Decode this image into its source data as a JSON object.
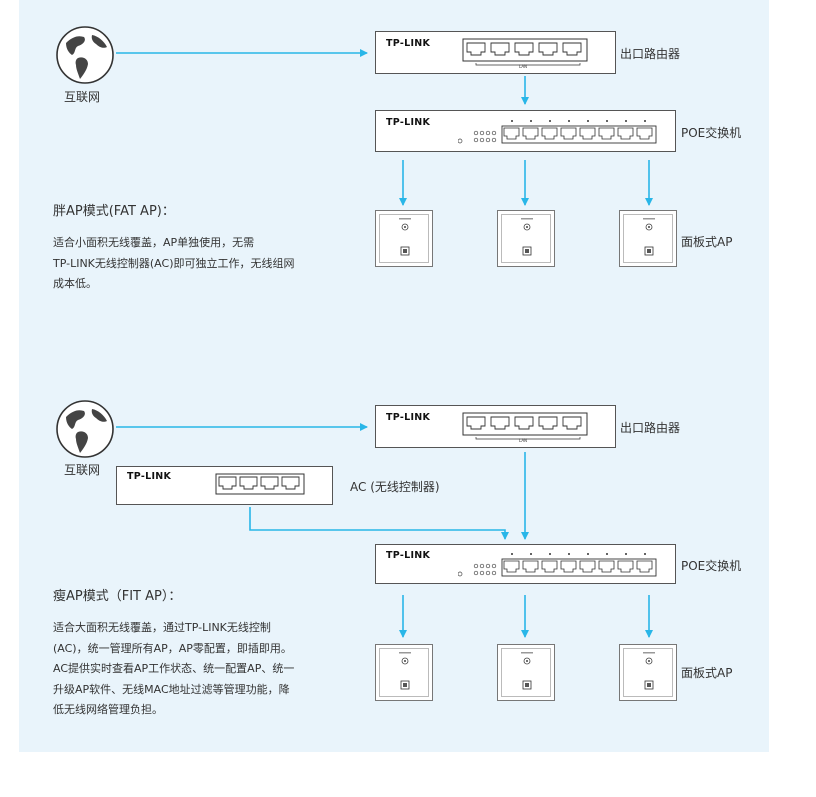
{
  "diagram": {
    "labels": {
      "internet": "互联网",
      "router": "出口路由器",
      "poe_switch": "POE交换机",
      "panel_ap": "面板式AP",
      "ac_controller": "AC (无线控制器)",
      "brand": "TP-LINK",
      "lan": "LAN"
    },
    "fat_ap": {
      "title": "胖AP模式(FAT AP)：",
      "lines": [
        "适合小面积无线覆盖，AP单独使用，无需",
        "TP-LINK无线控制器(AC)即可独立工作，无线组网",
        "成本低。"
      ]
    },
    "fit_ap": {
      "title": "瘦AP模式（FIT AP）：",
      "lines": [
        "适合大面积无线覆盖，通过TP-LINK无线控制",
        "(AC)，统一管理所有AP，AP零配置，即插即用。",
        "AC提供实时查看AP工作状态、统一配置AP、统一",
        "升级AP软件、无线MAC地址过滤等管理功能，降",
        "低无线网络管理负担。"
      ]
    },
    "colors": {
      "arrow": "#29b6e8",
      "panel_background": "#e9f4fb",
      "device_border": "#555555"
    },
    "icons": [
      "globe-icon",
      "router-device",
      "poe-switch-device",
      "ac-controller-device",
      "panel-ap-device"
    ]
  }
}
